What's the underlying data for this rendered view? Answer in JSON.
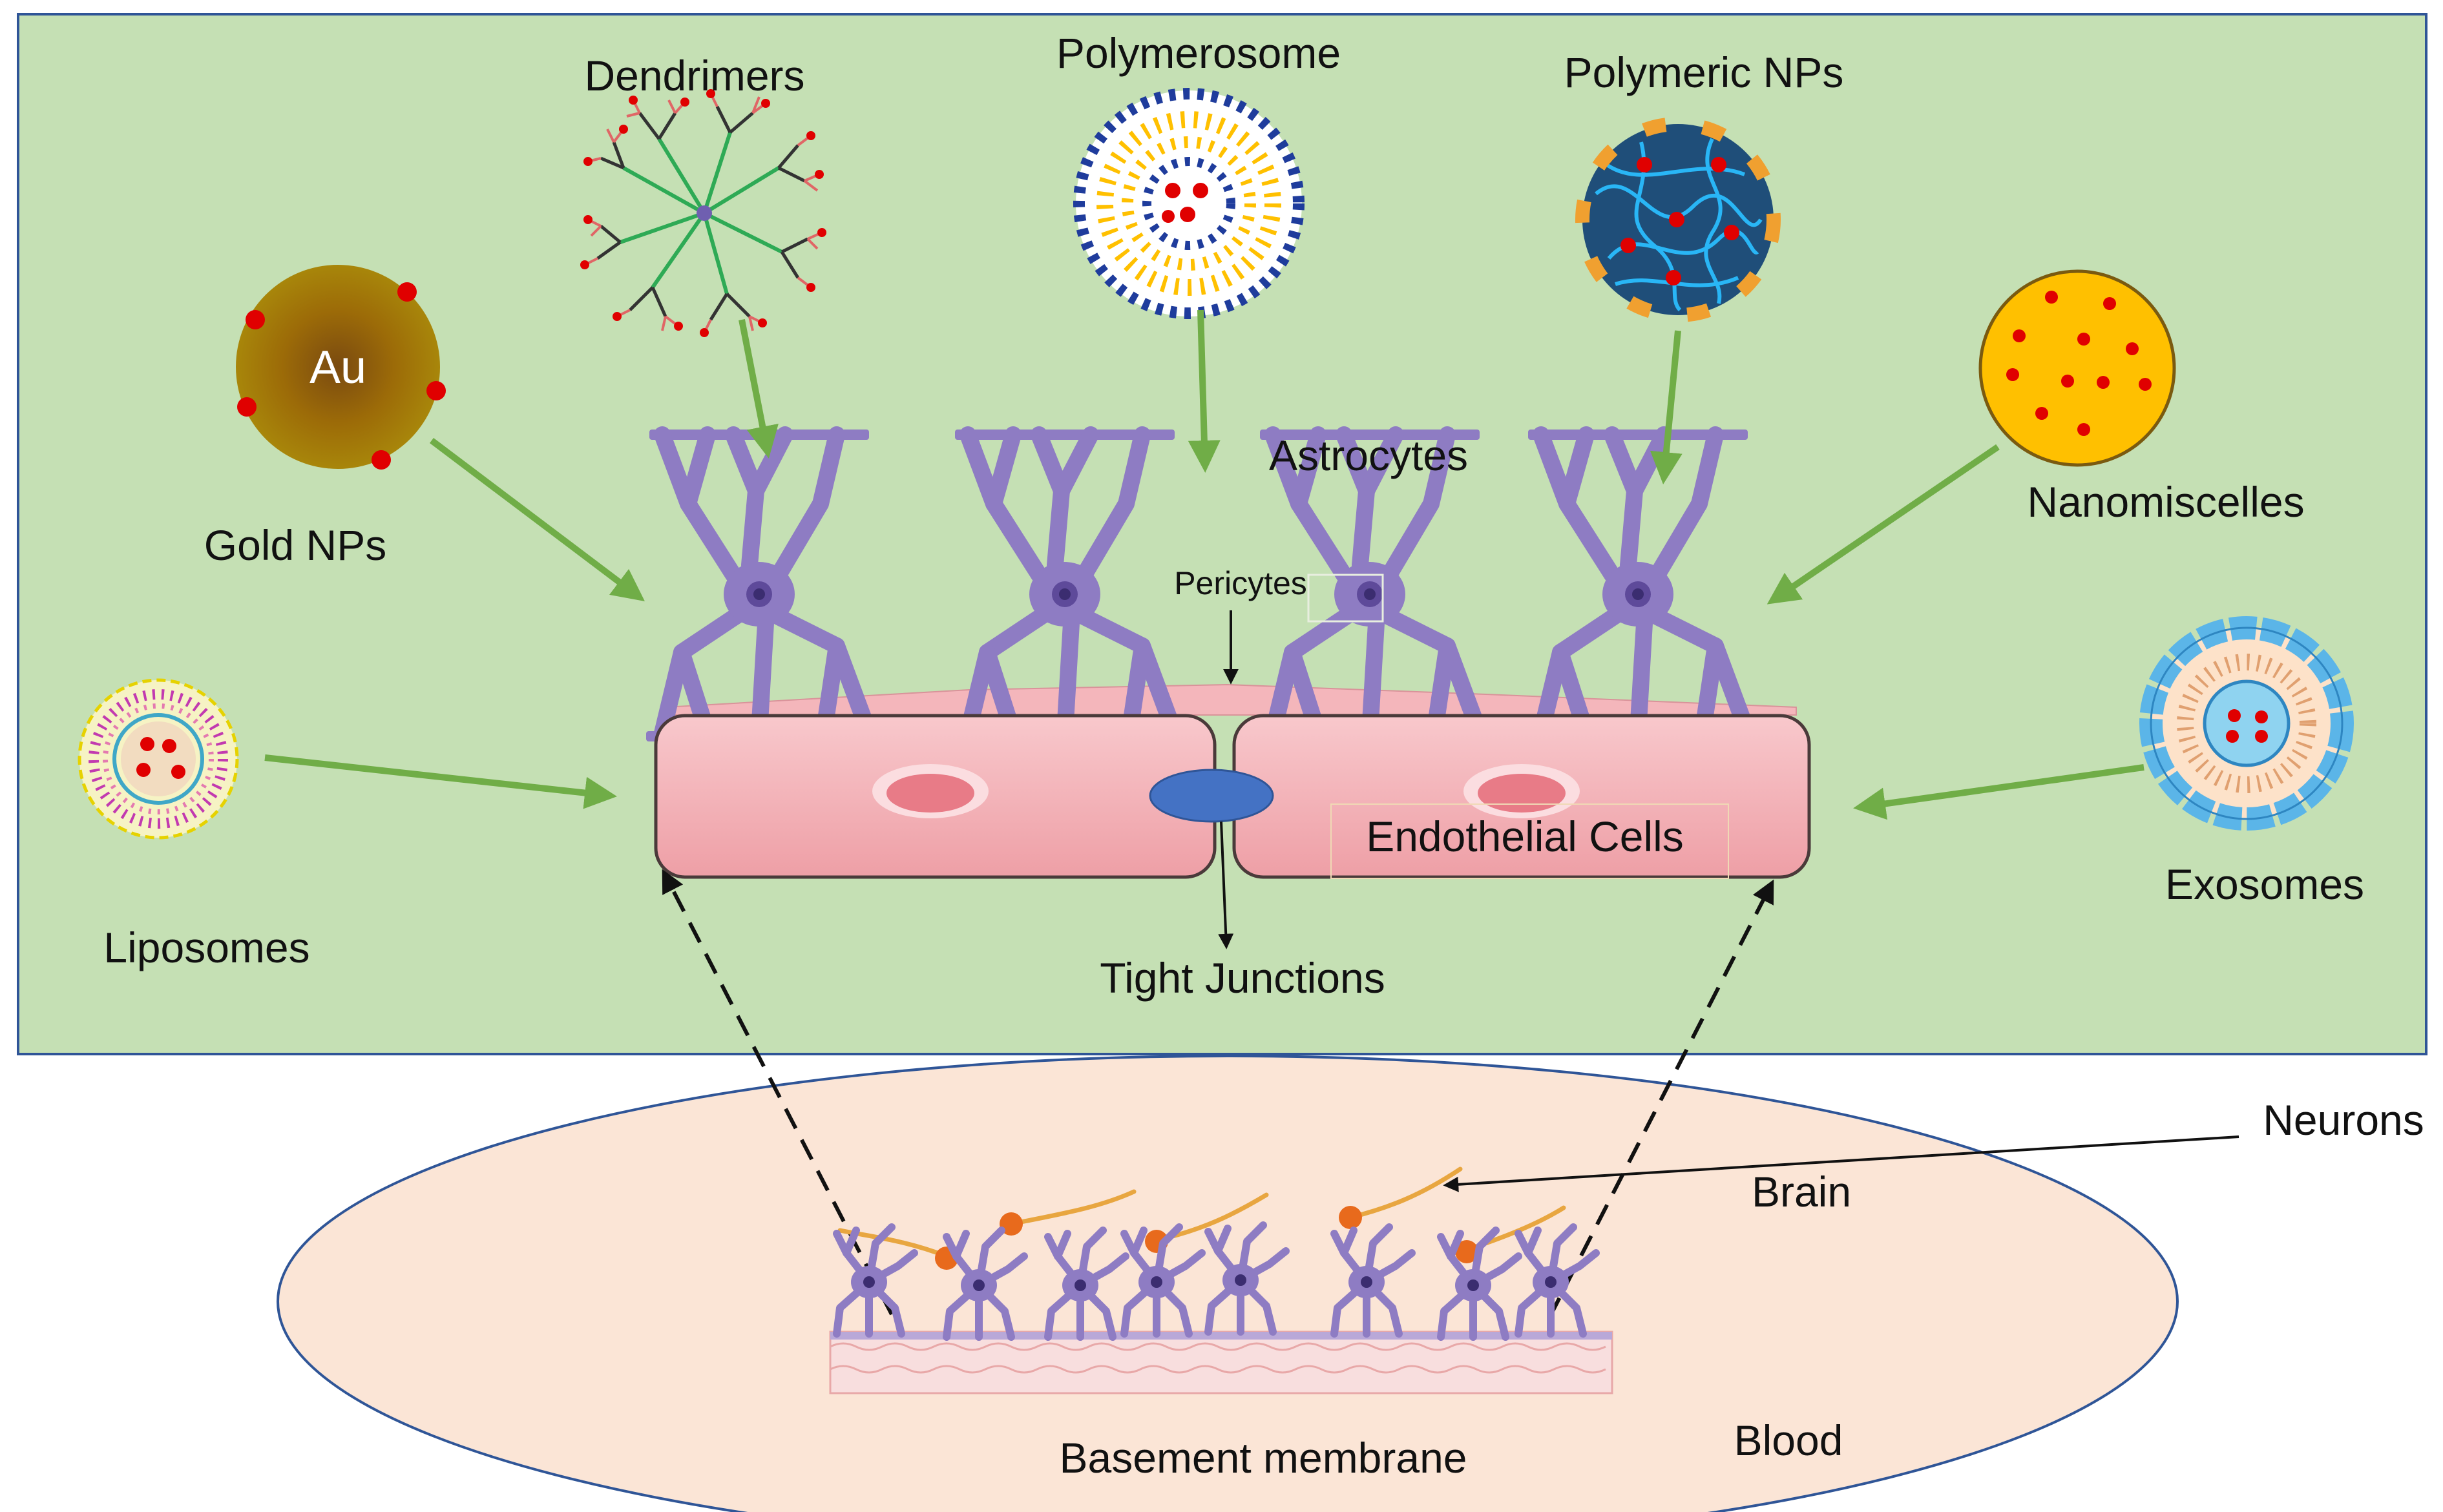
{
  "labels": {
    "dendrimers": "Dendrimers",
    "polymerosome": "Polymerosome",
    "polymeric_nps": "Polymeric NPs",
    "gold_nps": "Gold NPs",
    "gold_symbol": "Au",
    "astrocytes": "Astrocytes",
    "nanomiscelles": "Nanomiscelles",
    "pericytes": "Pericytes",
    "liposomes": "Liposomes",
    "exosomes": "Exosomes",
    "endothelial_cells": "Endothelial Cells",
    "tight_junctions": "Tight Junctions",
    "neurons": "Neurons",
    "brain": "Brain",
    "blood": "Blood",
    "basement_membrane": "Basement membrane"
  },
  "colors": {
    "panel_fill": "#c5e0b4",
    "panel_border": "#2f5597",
    "arrow": "#70ad47",
    "astrocyte": "#8e7cc3",
    "endothelial": "#f4b6bb",
    "tight_junction": "#4472c4",
    "oval_fill": "#fbe5d6",
    "oval_border": "#2f5597",
    "gold": "#9c6b08",
    "nanomicelle": "#ffc000",
    "dot": "#e00000"
  }
}
